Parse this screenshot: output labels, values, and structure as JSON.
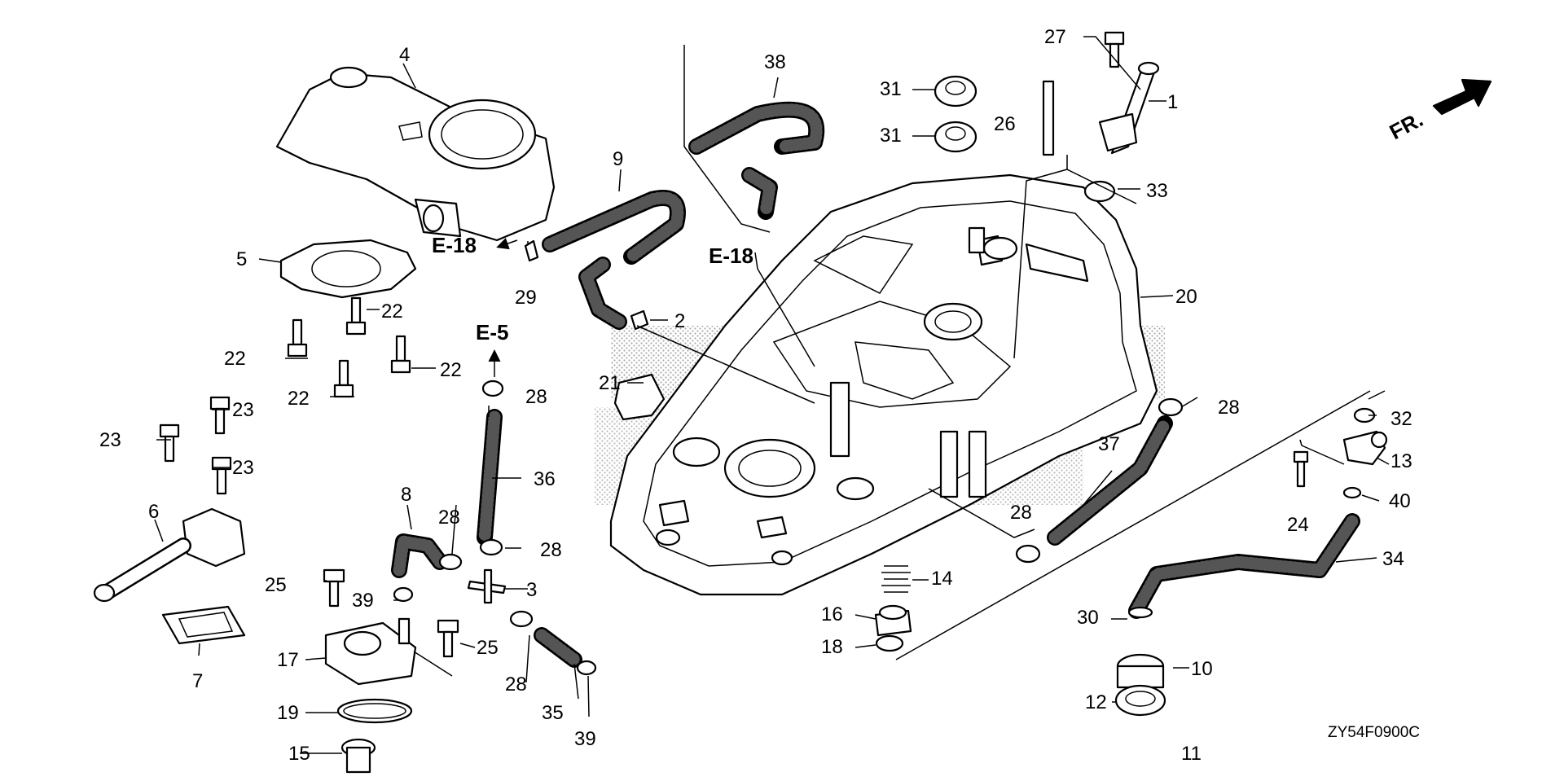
{
  "diagram": {
    "code": "ZY54F0900C",
    "direction_label": "FR.",
    "references": [
      "E-18",
      "E-18",
      "E-5"
    ],
    "parts": [
      "1",
      "2",
      "3",
      "4",
      "5",
      "6",
      "7",
      "8",
      "9",
      "10",
      "11",
      "12",
      "13",
      "14",
      "15",
      "16",
      "17",
      "18",
      "19",
      "20",
      "21",
      "22",
      "22",
      "22",
      "22",
      "23",
      "23",
      "23",
      "24",
      "25",
      "25",
      "26",
      "27",
      "28",
      "28",
      "28",
      "28",
      "28",
      "28",
      "29",
      "30",
      "31",
      "31",
      "32",
      "33",
      "34",
      "35",
      "36",
      "37",
      "38",
      "39",
      "39",
      "40"
    ]
  }
}
